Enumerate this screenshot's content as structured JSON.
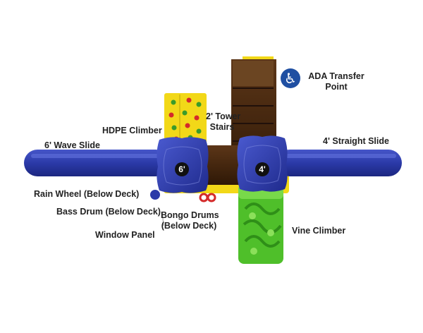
{
  "labels": {
    "wave_slide": "6' Wave Slide",
    "straight_slide": "4' Straight Slide",
    "hdpe_climber": "HDPE Climber",
    "tower_stairs_line1": "2' Tower",
    "tower_stairs_line2": "Stairs",
    "ada_line1": "ADA Transfer",
    "ada_line2": "Point",
    "rain_wheel": "Rain Wheel (Below Deck)",
    "bass_drum": "Bass Drum (Below Deck)",
    "window_panel": "Window Panel",
    "bongo_line1": "Bongo Drums",
    "bongo_line2": "(Below Deck)",
    "vine_climber": "Vine Climber"
  },
  "decks": {
    "left_height": "6'",
    "right_height": "4'"
  },
  "icons": {
    "ada": "wheelchair-icon"
  },
  "colors": {
    "slide_blue": "#2b3aa8",
    "climber_yellow": "#f2d818",
    "stairs_brown": "#4a2a12",
    "vine_green": "#4fbf2a",
    "ada_blue": "#1f4fa2",
    "bongo_red": "#d42a2a"
  }
}
